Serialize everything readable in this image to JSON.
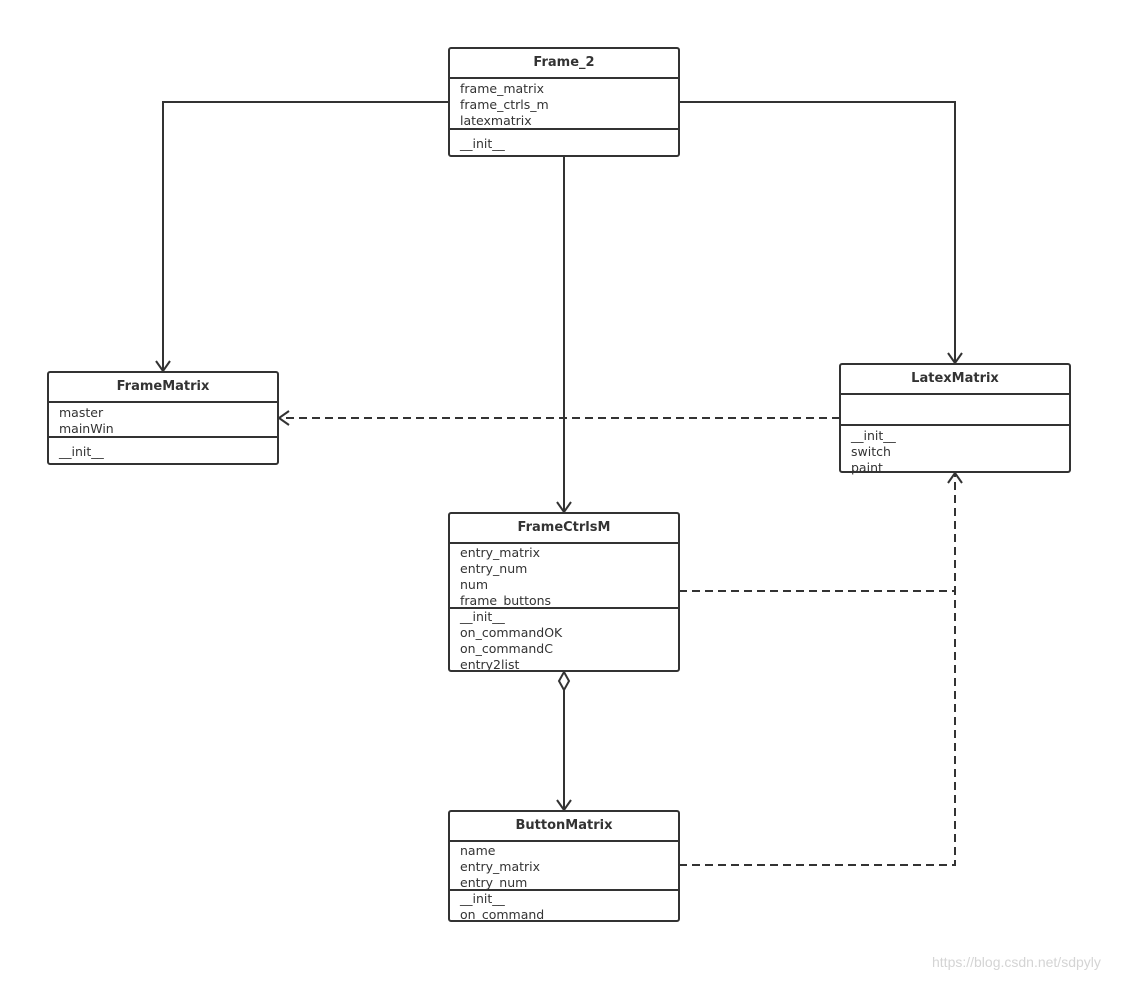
{
  "classes": [
    {
      "id": "frame2",
      "name": "Frame_2",
      "attributes": [
        "frame_matrix",
        "frame_ctrls_m",
        "latexmatrix"
      ],
      "methods": [
        "__init__"
      ]
    },
    {
      "id": "framematrix",
      "name": "FrameMatrix",
      "attributes": [
        "master",
        "mainWin"
      ],
      "methods": [
        "__init__"
      ]
    },
    {
      "id": "latexmatrix",
      "name": "LatexMatrix",
      "attributes": [],
      "methods": [
        "__init__",
        "switch",
        "paint"
      ]
    },
    {
      "id": "framectrlsm",
      "name": "FrameCtrlsM",
      "attributes": [
        "entry_matrix",
        "entry_num",
        "num",
        "frame_buttons"
      ],
      "methods": [
        "__init__",
        "on_commandOK",
        "on_commandC",
        "entry2list"
      ]
    },
    {
      "id": "buttonmatrix",
      "name": "ButtonMatrix",
      "attributes": [
        "name",
        "entry_matrix",
        "entry_num"
      ],
      "methods": [
        "__init__",
        "on_command"
      ]
    }
  ],
  "relationships": [
    {
      "from": "frame2",
      "to": "framematrix",
      "kind": "association"
    },
    {
      "from": "frame2",
      "to": "framectrlsm",
      "kind": "association"
    },
    {
      "from": "frame2",
      "to": "latexmatrix",
      "kind": "association"
    },
    {
      "from": "latexmatrix",
      "to": "framematrix",
      "kind": "dependency"
    },
    {
      "from": "framectrlsm",
      "to": "latexmatrix",
      "kind": "dependency"
    },
    {
      "from": "buttonmatrix",
      "to": "latexmatrix",
      "kind": "dependency"
    },
    {
      "from": "framectrlsm",
      "to": "buttonmatrix",
      "kind": "aggregation"
    }
  ],
  "colors": {
    "line": "#333333",
    "watermark": "#d4d4d4"
  },
  "watermark": "https://blog.csdn.net/sdpyly"
}
